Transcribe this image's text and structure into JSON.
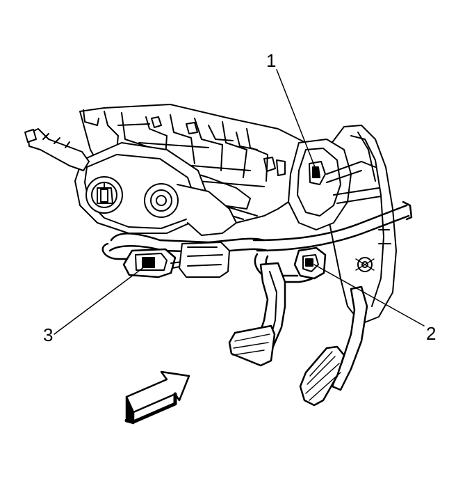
{
  "callouts": [
    {
      "id": "1",
      "label": "1"
    },
    {
      "id": "2",
      "label": "2"
    },
    {
      "id": "3",
      "label": "3"
    }
  ],
  "colors": {
    "line": "#000000",
    "background": "#ffffff"
  },
  "icons": [
    "view-direction-arrow-icon"
  ]
}
